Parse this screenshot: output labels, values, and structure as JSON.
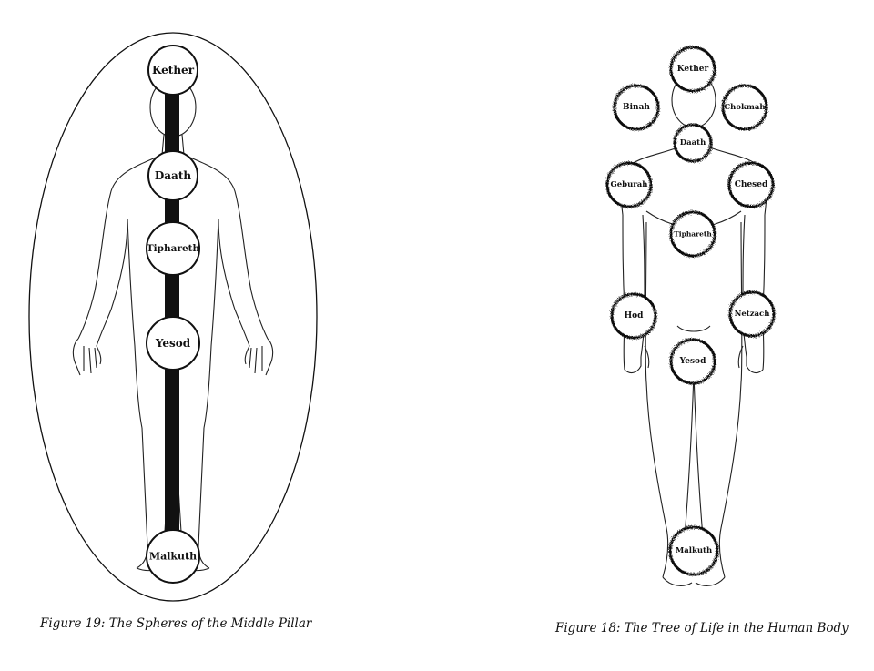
{
  "figure19": {
    "caption": "Figure 19: The Spheres of the Middle Pillar",
    "spheres": [
      "Kether",
      "Daath",
      "Tiphareth",
      "Yesod",
      "Malkuth"
    ]
  },
  "figure18": {
    "caption": "Figure 18: The Tree of Life in the Human Body",
    "spheres": [
      "Kether",
      "Binah",
      "Chokmah",
      "Daath",
      "Geburah",
      "Chesed",
      "Tiphareth",
      "Hod",
      "Netzach",
      "Yesod",
      "Malkuth"
    ]
  },
  "colors": {
    "ink": "#111111",
    "paper": "#ffffff"
  }
}
